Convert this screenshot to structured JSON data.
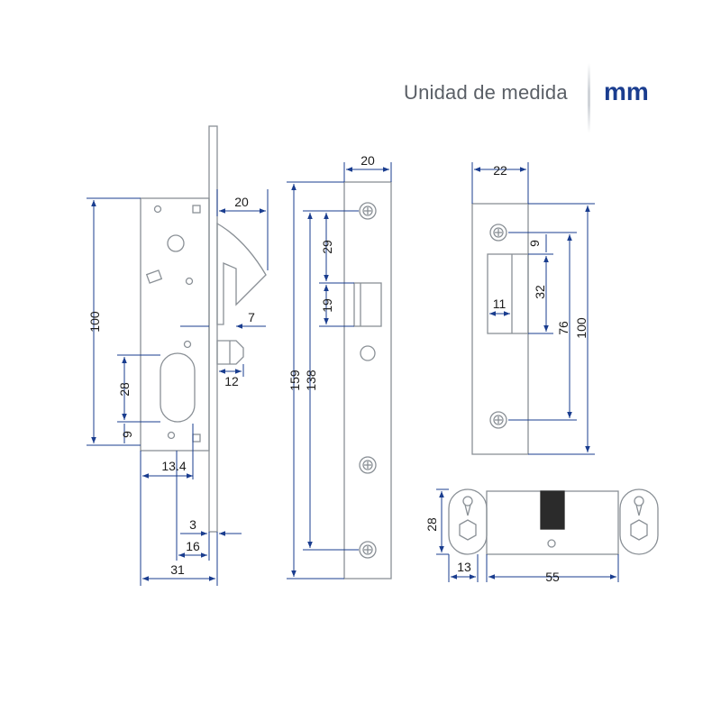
{
  "header": {
    "unit_label": "Unidad de medida",
    "unit_value": "mm"
  },
  "colors": {
    "dimension_line": "#1a3d8f",
    "part_outline": "#8a9096",
    "text": "#1c1c1c"
  },
  "lock_body_dims": {
    "height": "100",
    "bolt_width": "20",
    "latch_offset": "7",
    "latch_width": "12",
    "cylinder_hole": "28",
    "cylinder_offset": "9",
    "backset": "13.4",
    "faceplate_thickness": "3",
    "inner_width": "16",
    "total_width": "31"
  },
  "faceplate_dims": {
    "width": "20",
    "total_height": "159",
    "screw_span": "138",
    "upper_offset": "29",
    "bolt_height": "19"
  },
  "strike_plate_dims": {
    "width": "22",
    "top_offset": "9",
    "slot_height": "32",
    "slot_depth": "11",
    "screw_span": "76",
    "total_height": "100"
  },
  "cylinder_dims": {
    "height": "28",
    "cam_offset": "13",
    "length": "55"
  }
}
